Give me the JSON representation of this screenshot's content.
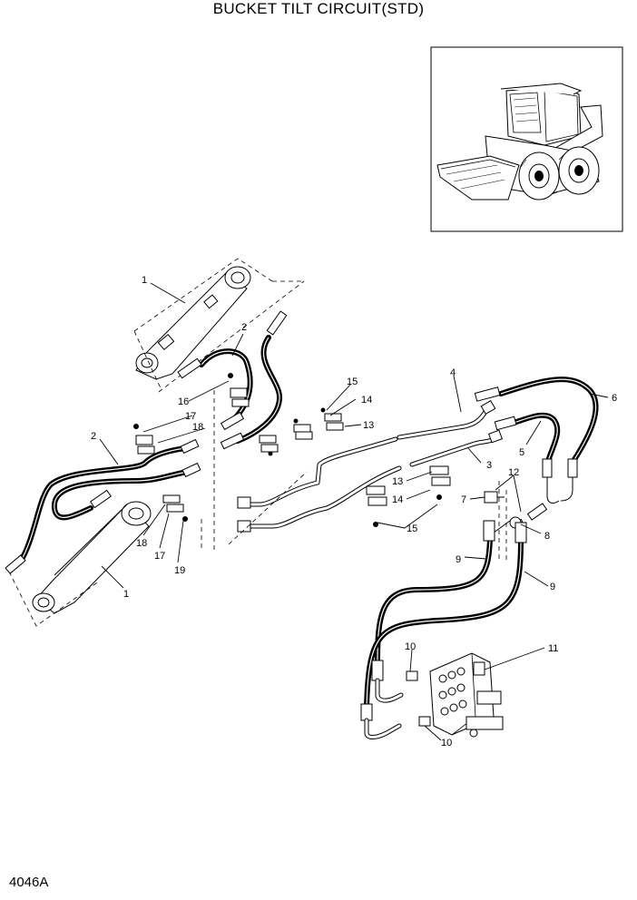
{
  "title": "BUCKET TILT CIRCUIT(STD)",
  "drawing_code": "4046A",
  "callouts": [
    {
      "id": "c1a",
      "text": "1"
    },
    {
      "id": "c2a",
      "text": "2"
    },
    {
      "id": "c16",
      "text": "16"
    },
    {
      "id": "c17a",
      "text": "17"
    },
    {
      "id": "c18a",
      "text": "18"
    },
    {
      "id": "c2b",
      "text": "2"
    },
    {
      "id": "c18b",
      "text": "18"
    },
    {
      "id": "c17b",
      "text": "17"
    },
    {
      "id": "c19",
      "text": "19"
    },
    {
      "id": "c1b",
      "text": "1"
    },
    {
      "id": "c15a",
      "text": "15"
    },
    {
      "id": "c14a",
      "text": "14"
    },
    {
      "id": "c13a",
      "text": "13"
    },
    {
      "id": "c4",
      "text": "4"
    },
    {
      "id": "c3",
      "text": "3"
    },
    {
      "id": "c6",
      "text": "6"
    },
    {
      "id": "c5",
      "text": "5"
    },
    {
      "id": "c12",
      "text": "12"
    },
    {
      "id": "c13b",
      "text": "13"
    },
    {
      "id": "c14b",
      "text": "14"
    },
    {
      "id": "c7",
      "text": "7"
    },
    {
      "id": "c15b",
      "text": "15"
    },
    {
      "id": "c8",
      "text": "8"
    },
    {
      "id": "c9a",
      "text": "9"
    },
    {
      "id": "c9b",
      "text": "9"
    },
    {
      "id": "c10a",
      "text": "10"
    },
    {
      "id": "c11",
      "text": "11"
    },
    {
      "id": "c10b",
      "text": "10"
    }
  ]
}
